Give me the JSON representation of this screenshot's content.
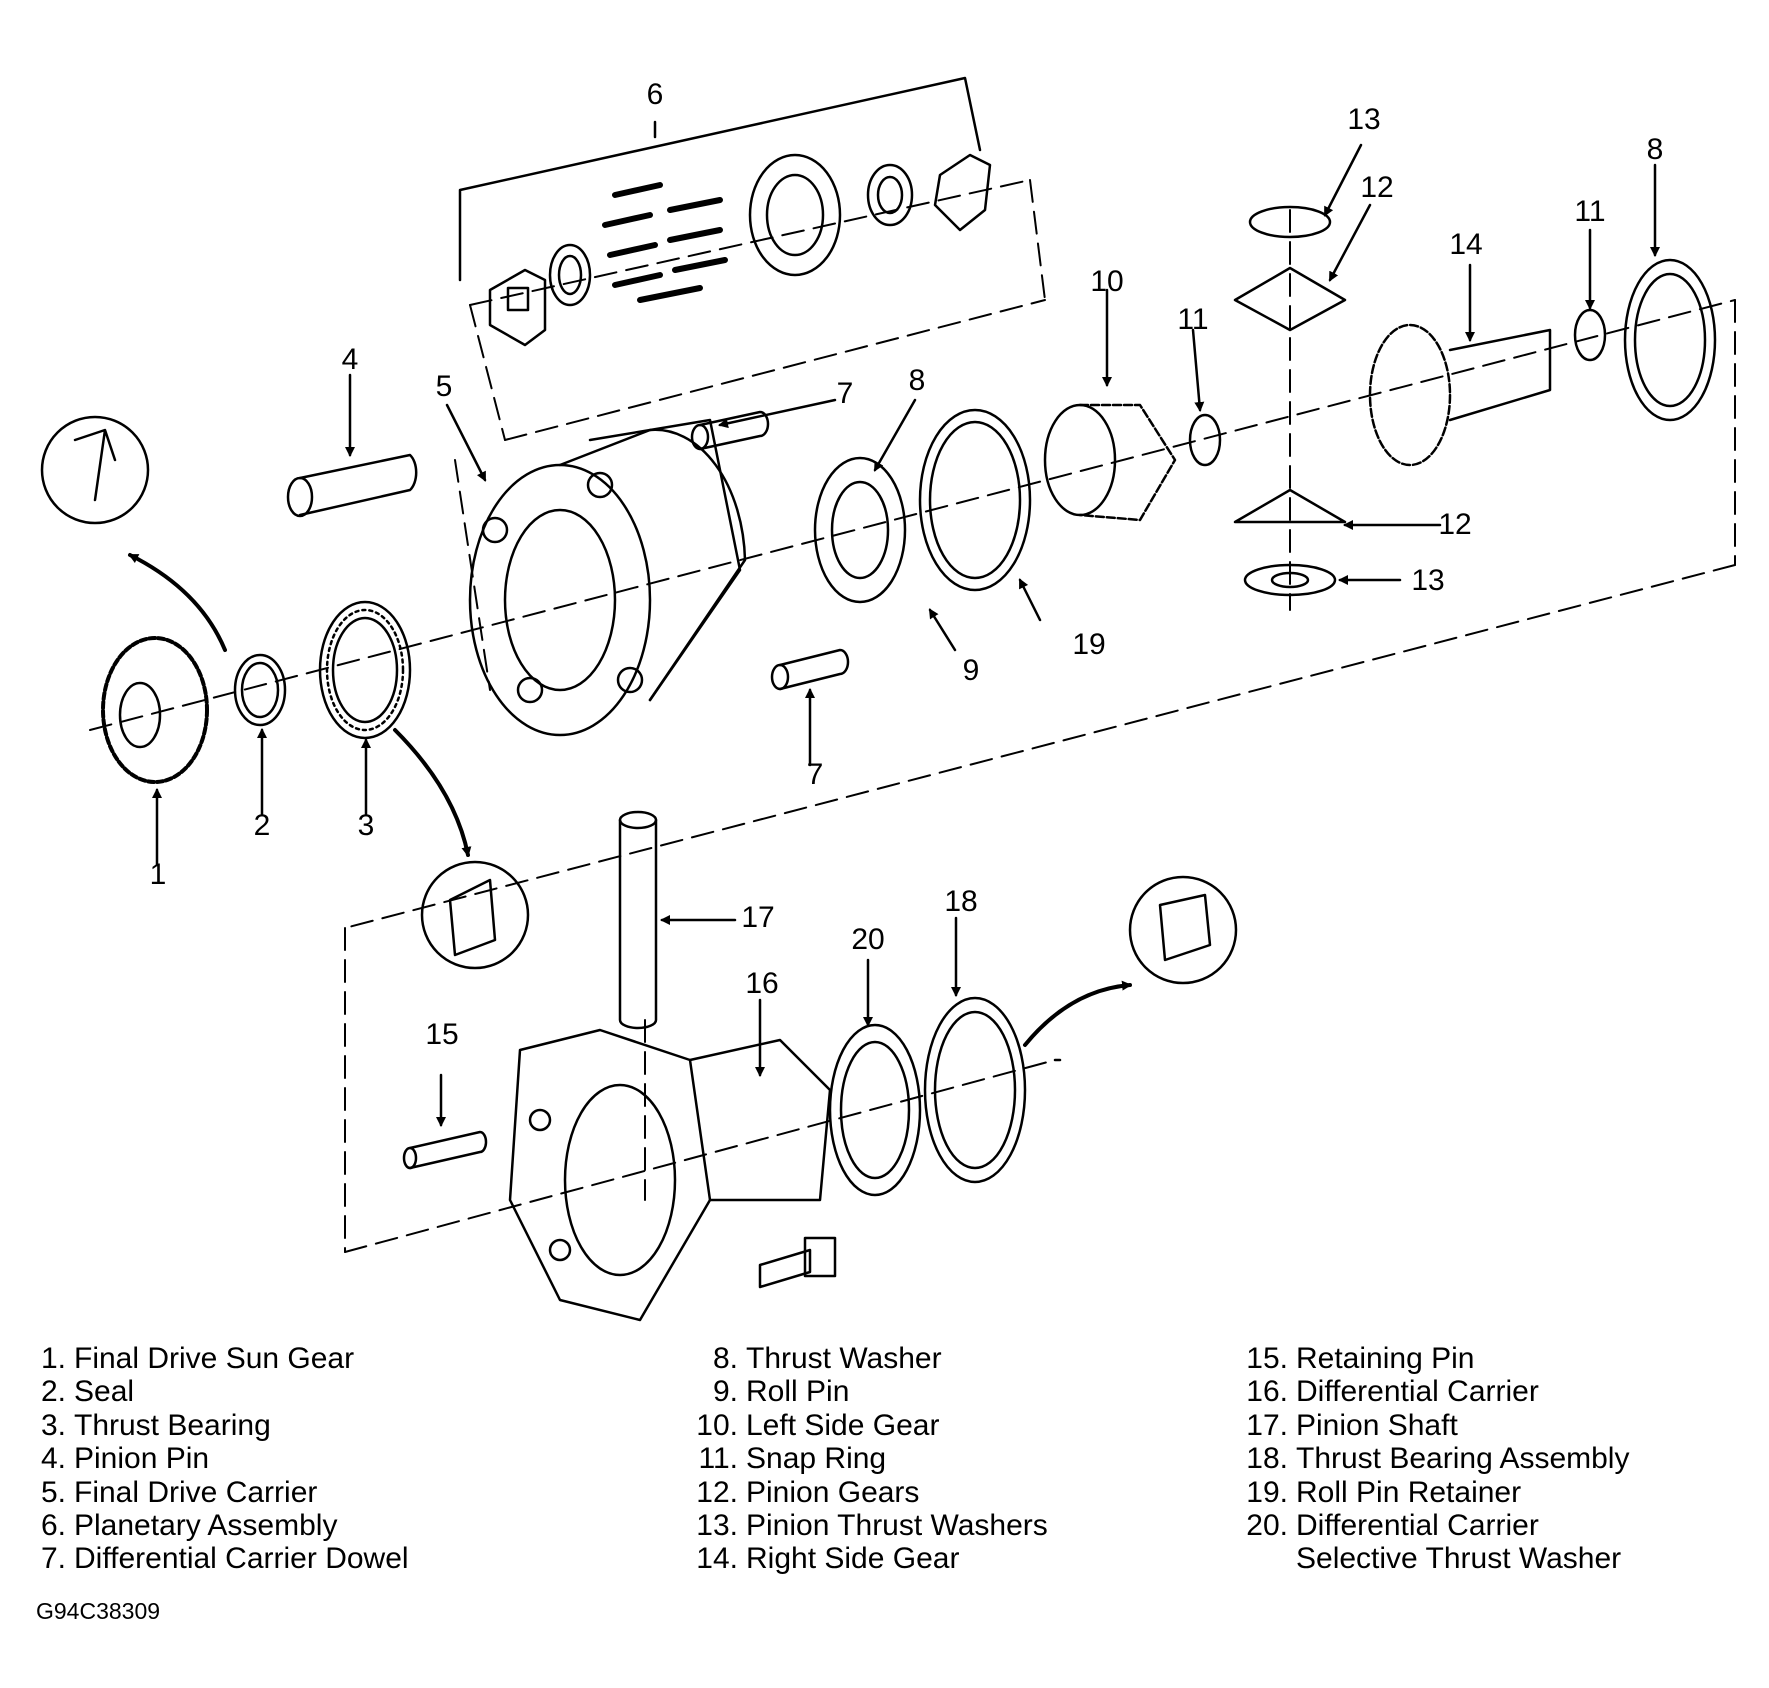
{
  "callouts": [
    "1",
    "2",
    "3",
    "4",
    "5",
    "6",
    "7",
    "7",
    "8",
    "8",
    "9",
    "10",
    "11",
    "11",
    "12",
    "12",
    "13",
    "13",
    "14",
    "15",
    "16",
    "17",
    "18",
    "19",
    "20"
  ],
  "legend": {
    "col1": [
      {
        "num": "1.",
        "text": "Final Drive Sun Gear"
      },
      {
        "num": "2.",
        "text": "Seal"
      },
      {
        "num": "3.",
        "text": "Thrust Bearing"
      },
      {
        "num": "4.",
        "text": "Pinion Pin"
      },
      {
        "num": "5.",
        "text": "Final Drive Carrier"
      },
      {
        "num": "6.",
        "text": "Planetary Assembly"
      },
      {
        "num": "7.",
        "text": "Differential Carrier Dowel"
      }
    ],
    "col2": [
      {
        "num": "8.",
        "text": "Thrust Washer"
      },
      {
        "num": "9.",
        "text": "Roll Pin"
      },
      {
        "num": "10.",
        "text": "Left Side Gear"
      },
      {
        "num": "11.",
        "text": "Snap Ring"
      },
      {
        "num": "12.",
        "text": "Pinion Gears"
      },
      {
        "num": "13.",
        "text": "Pinion Thrust Washers"
      },
      {
        "num": "14.",
        "text": "Right Side Gear"
      }
    ],
    "col3": [
      {
        "num": "15.",
        "text": "Retaining Pin"
      },
      {
        "num": "16.",
        "text": "Differential Carrier"
      },
      {
        "num": "17.",
        "text": "Pinion Shaft"
      },
      {
        "num": "18.",
        "text": "Thrust Bearing Assembly"
      },
      {
        "num": "19.",
        "text": "Roll Pin Retainer"
      },
      {
        "num": "20.",
        "text": "Differential Carrier"
      }
    ],
    "col3_continuation": "Selective Thrust Washer"
  },
  "figure_code": "G94C38309"
}
